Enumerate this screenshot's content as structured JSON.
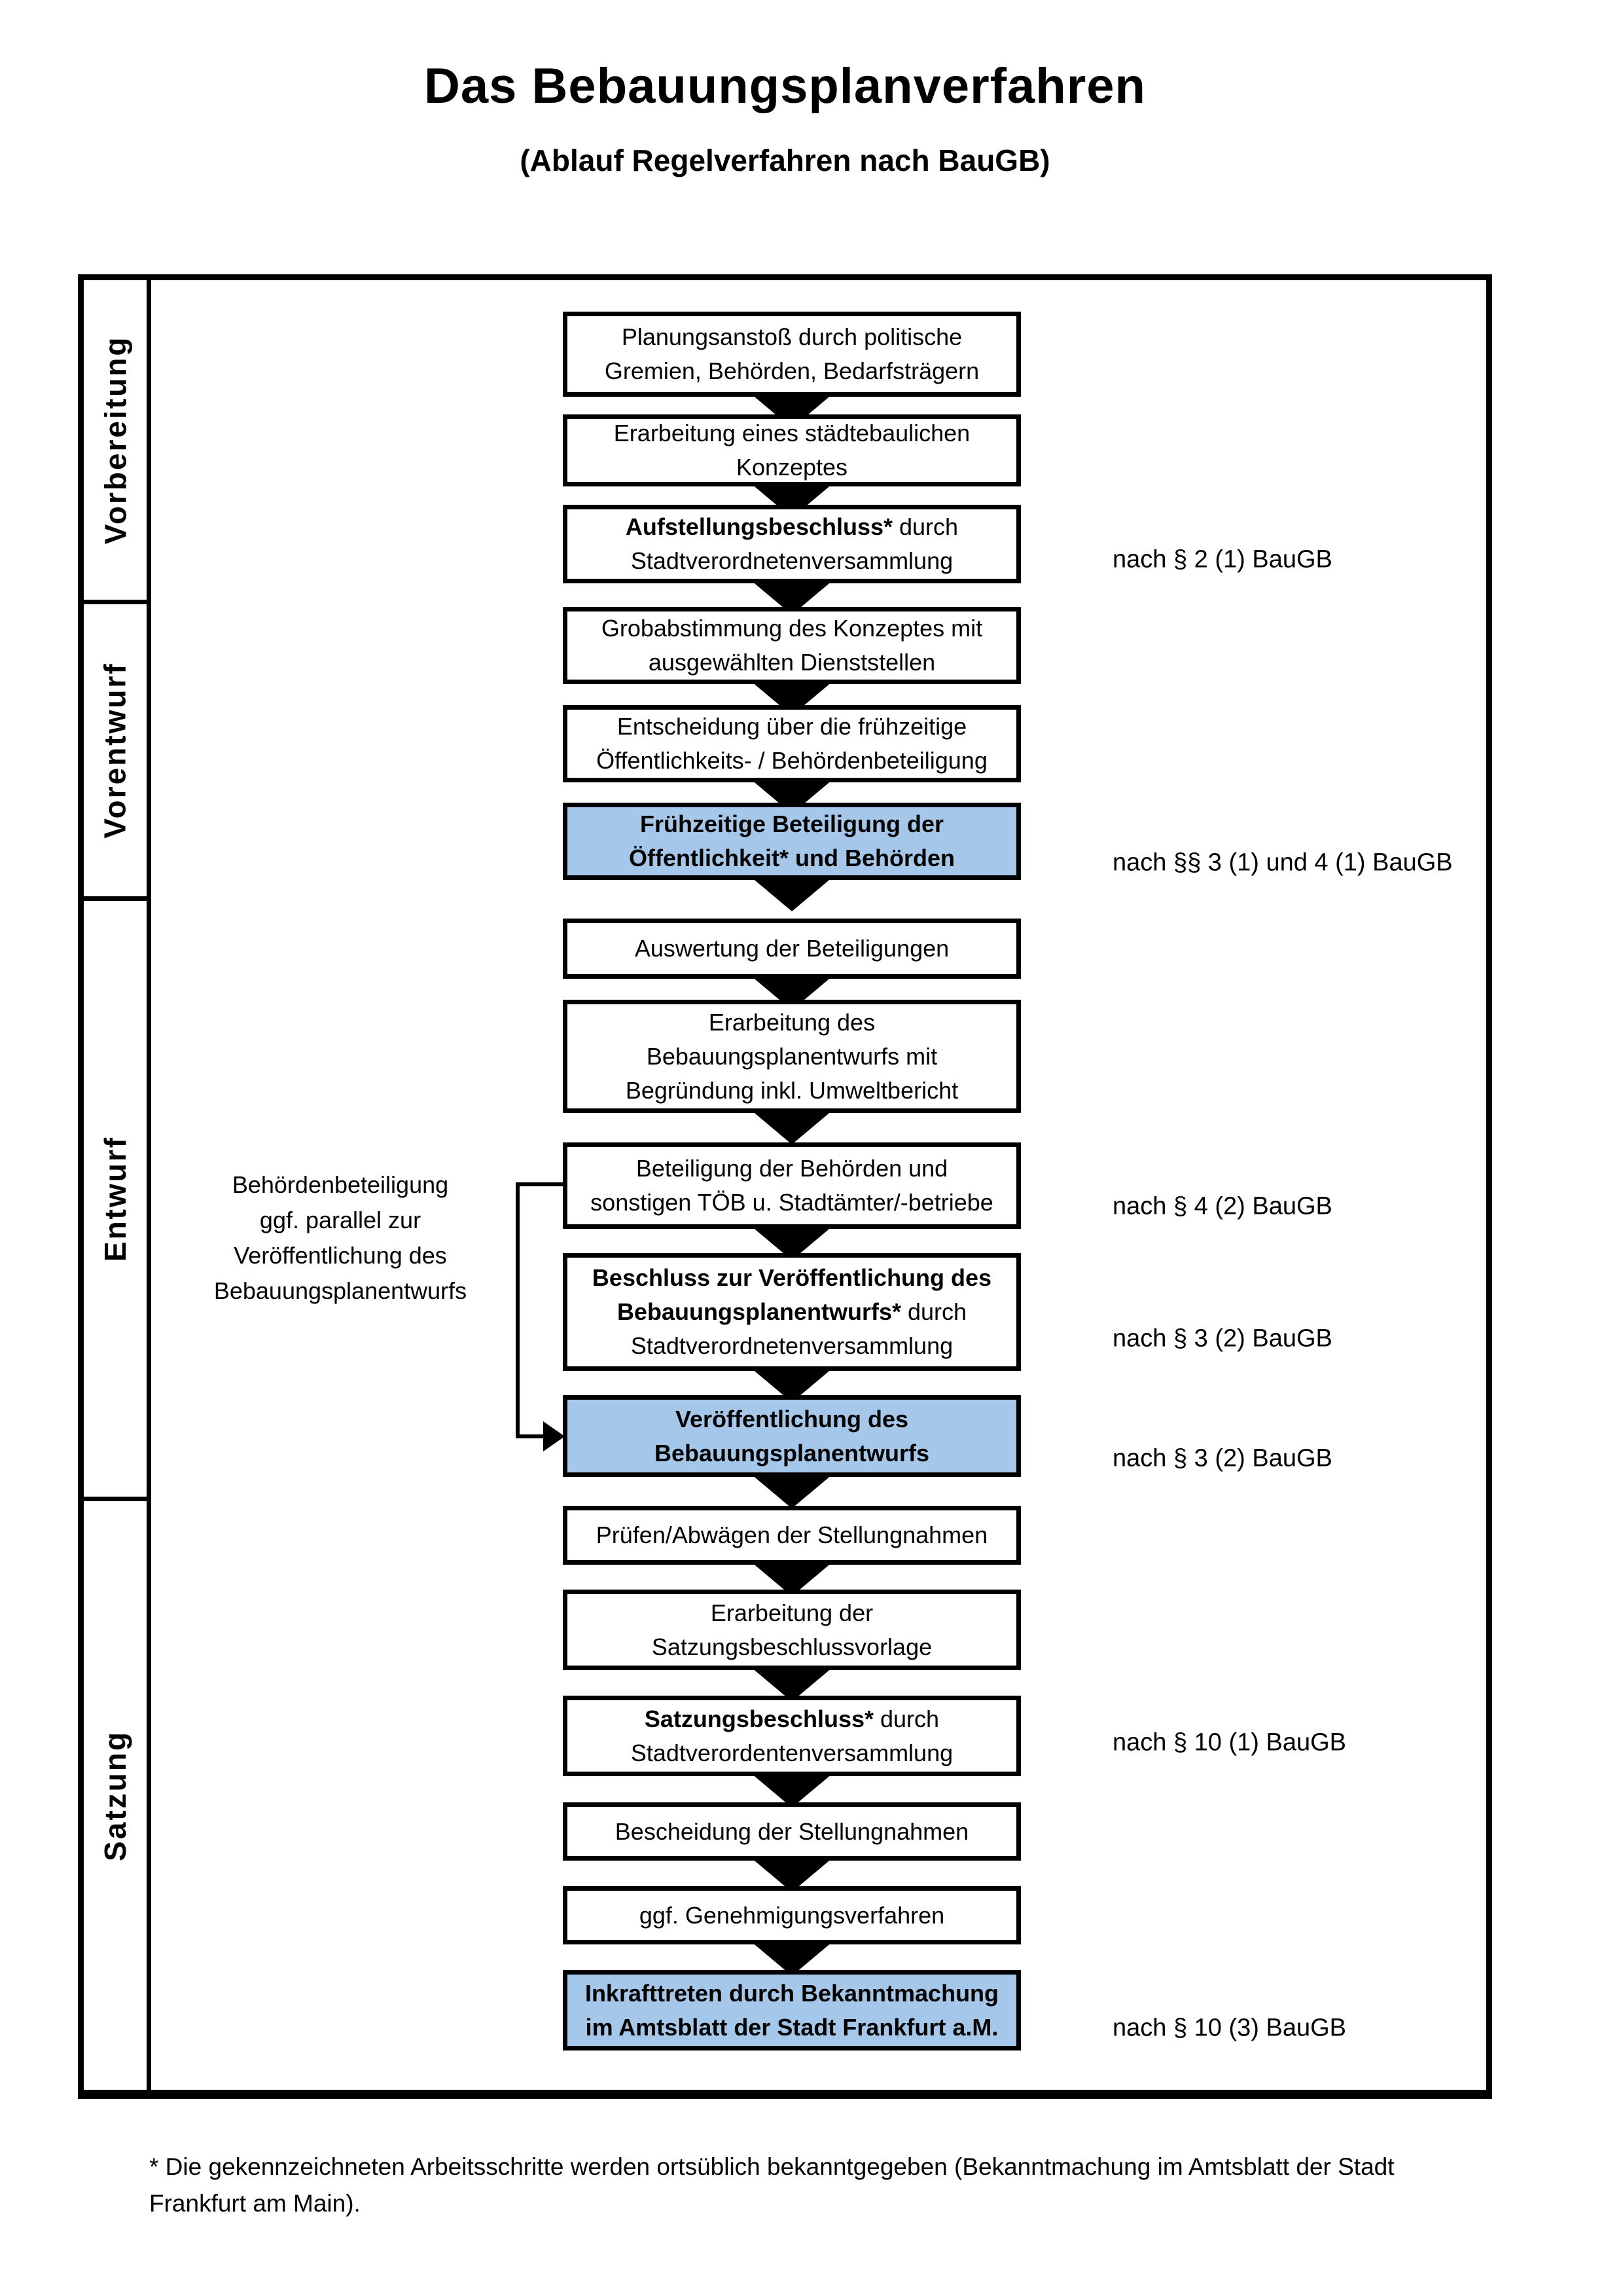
{
  "title": "Das Bebauungsplanverfahren",
  "subtitle": "(Ablauf Regelverfahren nach BauGB)",
  "colors": {
    "highlight_blue": "#a5c8ea",
    "band_backgrounds": [
      "#f2f2f2",
      "#e6e6e6",
      "#d9d9d9",
      "#b4b4b4"
    ],
    "border": "#000000"
  },
  "phases": [
    {
      "label": "Vorbereitung"
    },
    {
      "label": "Vorentwurf"
    },
    {
      "label": "Entwurf"
    },
    {
      "label": "Satzung"
    }
  ],
  "boxes": [
    {
      "highlighted": false,
      "lines": [
        [
          {
            "t": "Planungsanstoß durch politische"
          }
        ],
        [
          {
            "t": "Gremien, Behörden, Bedarfsträgern"
          }
        ]
      ]
    },
    {
      "highlighted": false,
      "lines": [
        [
          {
            "t": "Erarbeitung eines städtebaulichen"
          }
        ],
        [
          {
            "t": "Konzeptes"
          }
        ]
      ]
    },
    {
      "highlighted": false,
      "lines": [
        [
          {
            "t": "Aufstellungsbeschluss*",
            "b": true
          },
          {
            "t": " durch"
          }
        ],
        [
          {
            "t": "Stadtverordnetenversammlung"
          }
        ]
      ]
    },
    {
      "highlighted": false,
      "lines": [
        [
          {
            "t": "Grobabstimmung des Konzeptes mit"
          }
        ],
        [
          {
            "t": "ausgewählten Dienststellen"
          }
        ]
      ]
    },
    {
      "highlighted": false,
      "lines": [
        [
          {
            "t": "Entscheidung über die frühzeitige"
          }
        ],
        [
          {
            "t": "Öffentlichkeits- / Behördenbeteiligung"
          }
        ]
      ]
    },
    {
      "highlighted": true,
      "lines": [
        [
          {
            "t": "Frühzeitige Beteiligung der",
            "b": true
          }
        ],
        [
          {
            "t": "Öffentlichkeit* und Behörden",
            "b": true
          }
        ]
      ]
    },
    {
      "highlighted": false,
      "lines": [
        [
          {
            "t": "Auswertung der Beteiligungen"
          }
        ]
      ]
    },
    {
      "highlighted": false,
      "lines": [
        [
          {
            "t": "Erarbeitung des"
          }
        ],
        [
          {
            "t": "Bebauungsplanentwurfs mit"
          }
        ],
        [
          {
            "t": "Begründung inkl. Umweltbericht"
          }
        ]
      ]
    },
    {
      "highlighted": false,
      "lines": [
        [
          {
            "t": "Beteiligung der Behörden und"
          }
        ],
        [
          {
            "t": "sonstigen TÖB u. Stadtämter/-betriebe"
          }
        ]
      ]
    },
    {
      "highlighted": false,
      "lines": [
        [
          {
            "t": "Beschluss zur Veröffentlichung des",
            "b": true
          }
        ],
        [
          {
            "t": "Bebauungsplanentwurfs*",
            "b": true
          },
          {
            "t": " durch"
          }
        ],
        [
          {
            "t": "Stadtverordnetenversammlung"
          }
        ]
      ]
    },
    {
      "highlighted": true,
      "lines": [
        [
          {
            "t": "Veröffentlichung des",
            "b": true
          }
        ],
        [
          {
            "t": "Bebauungsplanentwurfs",
            "b": true
          }
        ]
      ]
    },
    {
      "highlighted": false,
      "lines": [
        [
          {
            "t": "Prüfen/Abwägen der Stellungnahmen"
          }
        ]
      ]
    },
    {
      "highlighted": false,
      "lines": [
        [
          {
            "t": "Erarbeitung der"
          }
        ],
        [
          {
            "t": "Satzungsbeschlussvorlage"
          }
        ]
      ]
    },
    {
      "highlighted": false,
      "lines": [
        [
          {
            "t": "Satzungsbeschluss*",
            "b": true
          },
          {
            "t": " durch"
          }
        ],
        [
          {
            "t": "Stadtverordentenversammlung"
          }
        ]
      ]
    },
    {
      "highlighted": false,
      "lines": [
        [
          {
            "t": "Bescheidung der Stellungnahmen"
          }
        ]
      ]
    },
    {
      "highlighted": false,
      "lines": [
        [
          {
            "t": "ggf. Genehmigungsverfahren"
          }
        ]
      ]
    },
    {
      "highlighted": true,
      "lines": [
        [
          {
            "t": "Inkrafttreten",
            "b": true
          },
          {
            "t": " durch Bekanntmachung"
          }
        ],
        [
          {
            "t": "im Amtsblatt der Stadt Frankfurt a.M."
          }
        ]
      ]
    }
  ],
  "legal_refs": [
    {
      "text": "nach § 2 (1) BauGB"
    },
    {
      "text": "nach §§ 3 (1) und 4 (1) BauGB"
    },
    {
      "text": "nach § 4 (2) BauGB"
    },
    {
      "text": "nach § 3 (2) BauGB"
    },
    {
      "text": "nach § 3 (2) BauGB"
    },
    {
      "text": "nach § 10 (1) BauGB"
    },
    {
      "text": "nach § 10 (3) BauGB"
    }
  ],
  "side_note_lines": [
    "Behördenbeteiligung",
    "ggf. parallel zur",
    "Veröffentlichung des",
    "Bebauungsplanentwurfs"
  ],
  "footnote": {
    "line1": "* Die gekennzeichneten Arbeitsschritte werden ortsüblich bekanntgegeben (Bekanntmachung im Amtsblatt  der Stadt",
    "line2": "Frankfurt am Main)."
  }
}
